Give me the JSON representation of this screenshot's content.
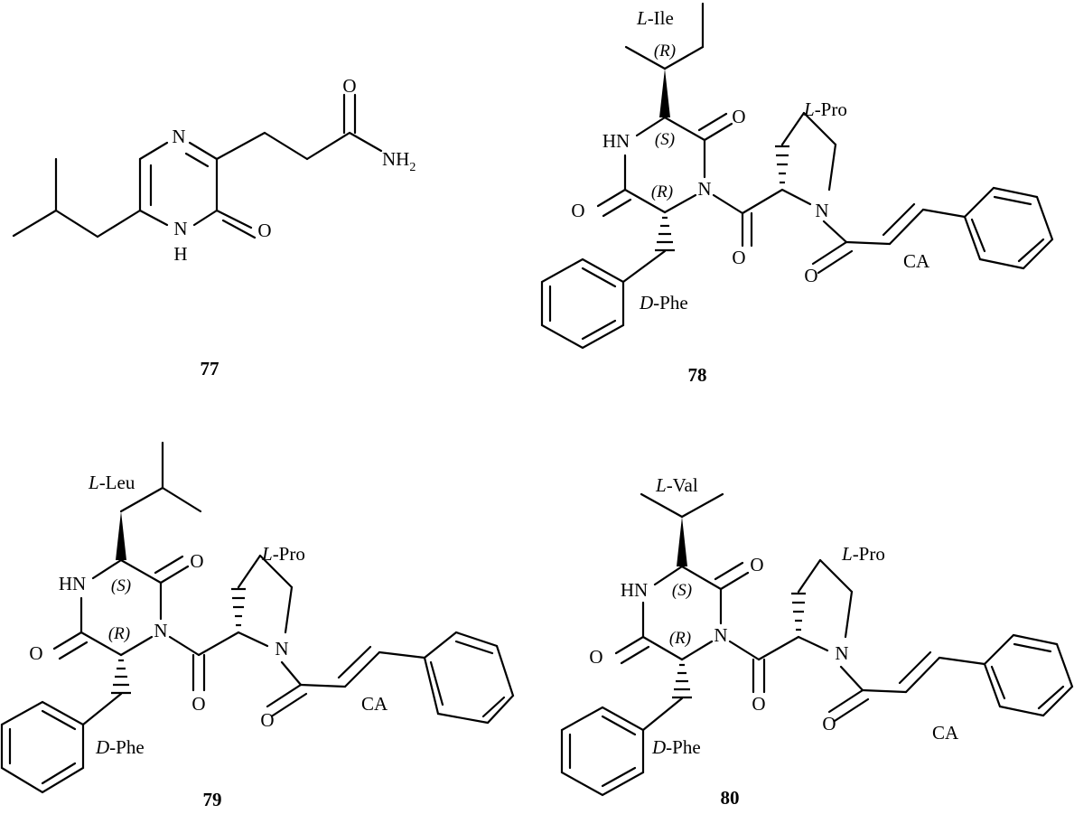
{
  "compounds": [
    {
      "number": "77",
      "atoms": {
        "n_top": "N",
        "n_bottom": "N",
        "h_bottom": "H",
        "o_ring": "O",
        "o_amide": "O",
        "nh2": "NH",
        "nh2_sub": "2"
      }
    },
    {
      "number": "78",
      "atoms": {
        "hn": "HN",
        "n_ring": "N",
        "n_pro": "N",
        "o1": "O",
        "o2": "O",
        "o3": "O",
        "o4": "O"
      },
      "stereo": {
        "side": "(R)",
        "alpha": "(S)",
        "phe": "(R)"
      },
      "labels": {
        "aa": {
          "prefix": "L",
          "name": "-Ile"
        },
        "pro": {
          "prefix": "L",
          "name": "-Pro"
        },
        "phe": {
          "prefix": "D",
          "name": "-Phe"
        },
        "ca": "CA"
      }
    },
    {
      "number": "79",
      "atoms": {
        "hn": "HN",
        "n_ring": "N",
        "n_pro": "N",
        "o1": "O",
        "o2": "O",
        "o3": "O",
        "o4": "O"
      },
      "stereo": {
        "alpha": "(S)",
        "phe": "(R)"
      },
      "labels": {
        "aa": {
          "prefix": "L",
          "name": "-Leu"
        },
        "pro": {
          "prefix": "L",
          "name": "-Pro"
        },
        "phe": {
          "prefix": "D",
          "name": "-Phe"
        },
        "ca": "CA"
      }
    },
    {
      "number": "80",
      "atoms": {
        "hn": "HN",
        "n_ring": "N",
        "n_pro": "N",
        "o1": "O",
        "o2": "O",
        "o3": "O",
        "o4": "O"
      },
      "stereo": {
        "alpha": "(S)",
        "phe": "(R)"
      },
      "labels": {
        "aa": {
          "prefix": "L",
          "name": "-Val"
        },
        "pro": {
          "prefix": "L",
          "name": "-Pro"
        },
        "phe": {
          "prefix": "D",
          "name": "-Phe"
        },
        "ca": "CA"
      }
    }
  ]
}
